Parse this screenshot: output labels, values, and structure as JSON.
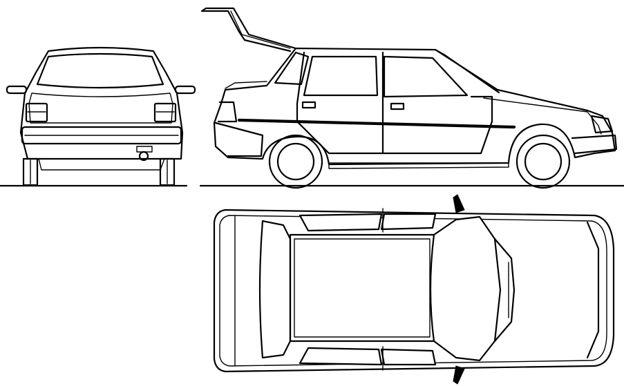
{
  "blueprint": {
    "views": [
      {
        "id": "rear",
        "shown": true
      },
      {
        "id": "side",
        "shown": true,
        "tailgate_open": true
      },
      {
        "id": "top",
        "shown": true
      }
    ],
    "line_color": "#000000",
    "background_color": "#ffffff"
  }
}
